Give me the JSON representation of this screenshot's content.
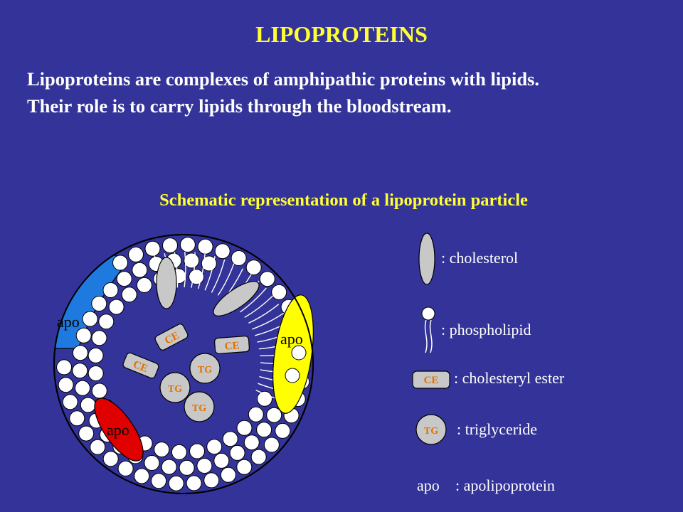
{
  "slide": {
    "title": "LIPOPROTEINS",
    "intro_line1": "Lipoproteins are complexes of amphipathic proteins with lipids.",
    "intro_line2": "Their role is to carry lipids through the bloodstream.",
    "diagram_title": "Schematic representation of a lipoprotein particle"
  },
  "particle": {
    "apo_label": "apo",
    "ce_label": "CE",
    "tg_label": "TG"
  },
  "legend": {
    "cholesterol": ": cholesterol",
    "phospholipid": ": phospholipid",
    "ce_tag": "CE",
    "cholesteryl_ester": ": cholesteryl ester",
    "tg_tag": "TG",
    "triglyceride": ": triglyceride",
    "apo_key": "apo",
    "apolipoprotein": ": apolipoprotein"
  },
  "colors": {
    "background": "#333399",
    "title": "#ffff33",
    "apo_blue": "#1f7ae0",
    "apo_yellow": "#ffff00",
    "apo_red": "#e00000",
    "lipid_grey": "#c8c8c8",
    "label_orange": "#e07000"
  }
}
